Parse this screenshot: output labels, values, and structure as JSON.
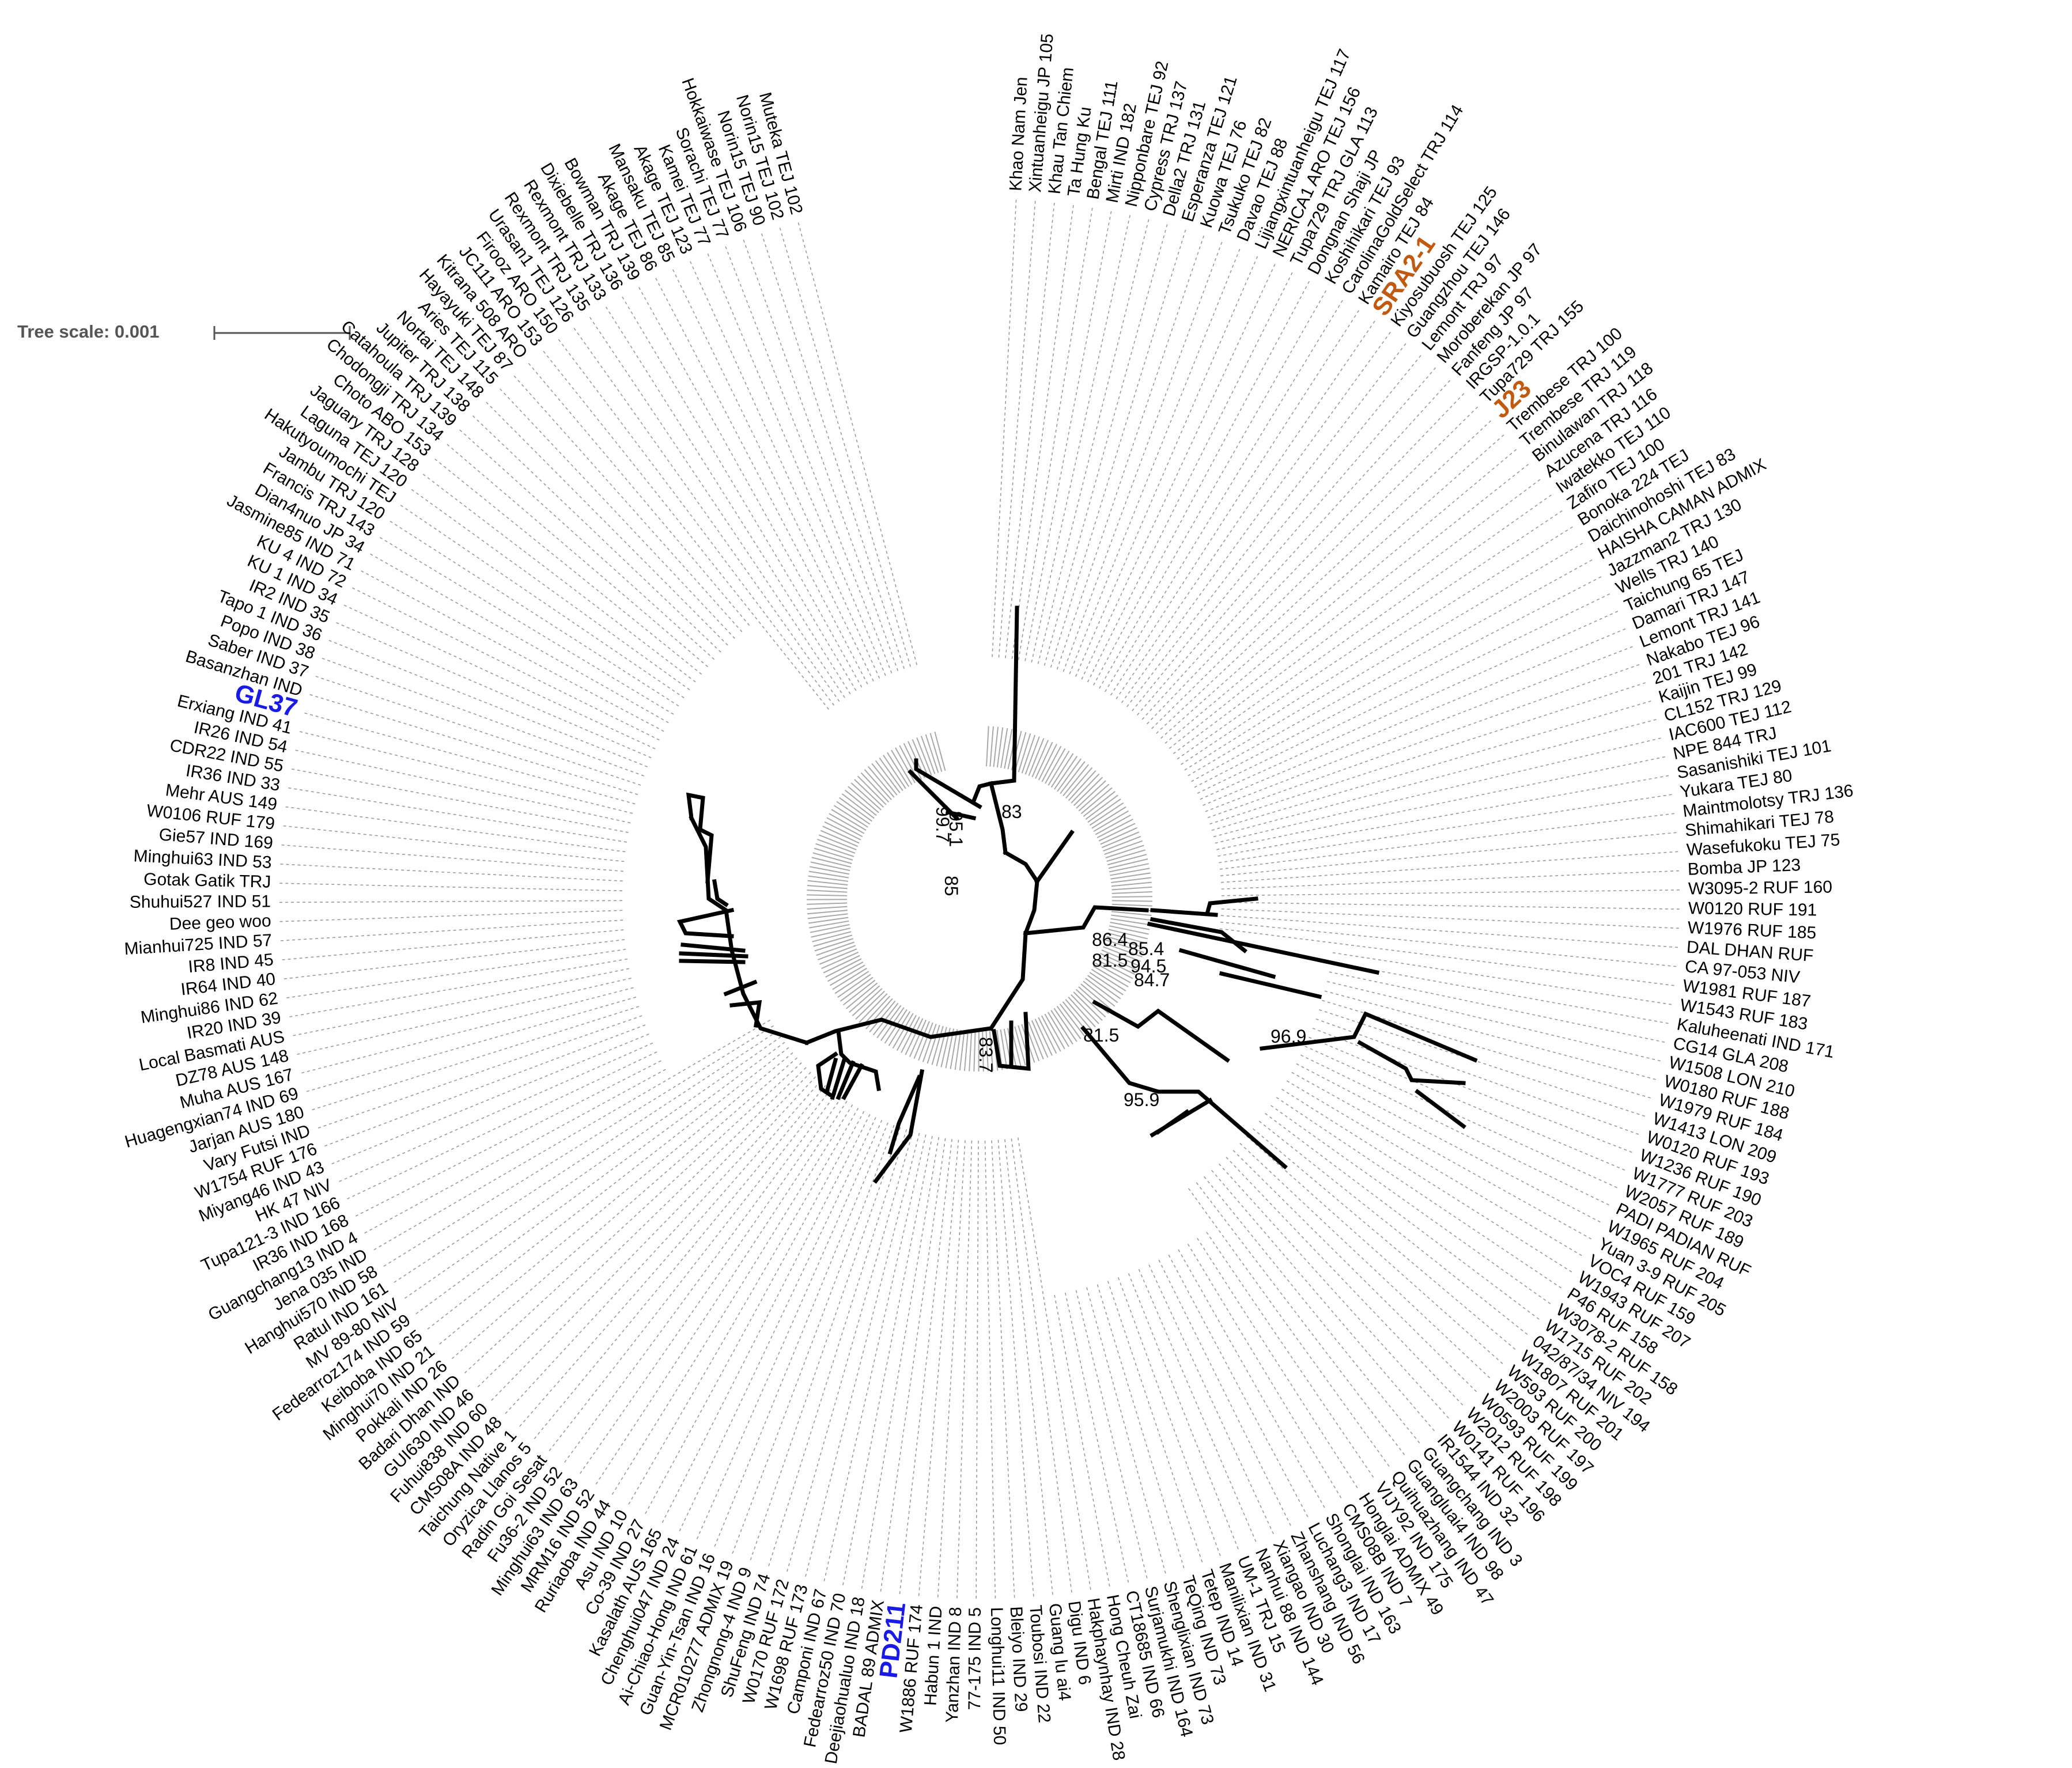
{
  "scale": {
    "title": "Tree scale: 0.001"
  },
  "highlight_colors": {
    "orange": "#c05a10",
    "blue": "#1a1ae6"
  },
  "leaves": [
    {
      "label": "Khao Nam Jen"
    },
    {
      "label": "Xintuanheigu JP 105"
    },
    {
      "label": "Khau Tan Chiem"
    },
    {
      "label": "Ta Hung Ku"
    },
    {
      "label": "Bengal TEJ 111"
    },
    {
      "label": "Mirti IND 182"
    },
    {
      "label": "Nipponbare TEJ 92"
    },
    {
      "label": "Cypress TRJ 137"
    },
    {
      "label": "Della2 TRJ 131"
    },
    {
      "label": "Esperanza TEJ 121"
    },
    {
      "label": "Kuowa TEJ 76"
    },
    {
      "label": "Tsukuko TEJ 82"
    },
    {
      "label": "Davao TEJ 88"
    },
    {
      "label": "Lijiangxintuanheigu TEJ 117"
    },
    {
      "label": "NERICA1 ARO TEJ 156"
    },
    {
      "label": "Tupa729 TRJ GLA 113"
    },
    {
      "label": "Dongnan Shaji JP"
    },
    {
      "label": "Koshihikari TEJ 93"
    },
    {
      "label": "CarolinaGoldSelect TRJ 114"
    },
    {
      "label": "Kamairo TEJ 84"
    },
    {
      "label": "SRA2-1",
      "color": "orange"
    },
    {
      "label": "Kiyosubuosh TEJ 125"
    },
    {
      "label": "Guangzhou TEJ 146"
    },
    {
      "label": "Lemont TRJ 97"
    },
    {
      "label": "Moroberekan JP 97"
    },
    {
      "label": "Fanfeng JP 97"
    },
    {
      "label": "IRGSP-1.0.1"
    },
    {
      "label": "Tupa729 TRJ 155"
    },
    {
      "label": "J23",
      "color": "orange"
    },
    {
      "label": "Trembese TRJ 100"
    },
    {
      "label": "Trembese TRJ 119"
    },
    {
      "label": "Binulawan TRJ 118"
    },
    {
      "label": "Azucena TRJ 116"
    },
    {
      "label": "Iwatekko TEJ 110"
    },
    {
      "label": "Zafiro TEJ 100"
    },
    {
      "label": "Bonoka 224 TEJ"
    },
    {
      "label": "Daichinohoshi TEJ 83"
    },
    {
      "label": "HAISHA CAMAN ADMIX"
    },
    {
      "label": "Jazzman2 TRJ 130"
    },
    {
      "label": "Wells TRJ 140"
    },
    {
      "label": "Taichung 65 TEJ"
    },
    {
      "label": "Damari TRJ 147"
    },
    {
      "label": "Lemont TRJ 141"
    },
    {
      "label": "Nakabo TEJ 96"
    },
    {
      "label": "201 TRJ 142"
    },
    {
      "label": "Kaijin TEJ 99"
    },
    {
      "label": "CL152 TRJ 129"
    },
    {
      "label": "IAC600 TEJ 112"
    },
    {
      "label": "NPE 844 TRJ"
    },
    {
      "label": "Sasanishiki TEJ 101"
    },
    {
      "label": "Yukara TEJ 80"
    },
    {
      "label": "Maintmolotsy TRJ 136"
    },
    {
      "label": "Shimahikari TEJ 78"
    },
    {
      "label": "Wasefukoku TEJ 75"
    },
    {
      "label": "Bomba JP 123"
    },
    {
      "label": "W3095-2 RUF 160"
    },
    {
      "label": "W0120 RUF 191"
    },
    {
      "label": "W1976 RUF 185"
    },
    {
      "label": "DAL DHAN RUF"
    },
    {
      "label": "CA 97-053 NIV"
    },
    {
      "label": "W1981 RUF 187"
    },
    {
      "label": "W1543 RUF 183"
    },
    {
      "label": "Kaluheenati IND 171"
    },
    {
      "label": "CG14 GLA 208"
    },
    {
      "label": "W1508 LON 210"
    },
    {
      "label": "W0180 RUF 188"
    },
    {
      "label": "W1979 RUF 184"
    },
    {
      "label": "W1413 LON 209"
    },
    {
      "label": "W0120 RUF 193"
    },
    {
      "label": "W1236 RUF 190"
    },
    {
      "label": "W1777 RUF 203"
    },
    {
      "label": "W2057 RUF 189"
    },
    {
      "label": "PADI PADIAN RUF"
    },
    {
      "label": "W1965 RUF 204"
    },
    {
      "label": "Yuan 3-9 RUF 205"
    },
    {
      "label": "VOC4 RUF 159"
    },
    {
      "label": "W1943 RUF 207"
    },
    {
      "label": "P46 RUF 158"
    },
    {
      "label": "W3078-2 RUF 158"
    },
    {
      "label": "W1715 RUF 202"
    },
    {
      "label": "042/87/34 NIV 194"
    },
    {
      "label": "W1807 RUF 201"
    },
    {
      "label": "W593 RUF 200"
    },
    {
      "label": "W2003 RUF 197"
    },
    {
      "label": "W0593 RUF 199"
    },
    {
      "label": "W2012 RUF 198"
    },
    {
      "label": "W0141 RUF 196"
    },
    {
      "label": "IR1544 IND 32"
    },
    {
      "label": "Guangchang IND 3"
    },
    {
      "label": "Guangluai4 IND 98"
    },
    {
      "label": "Quihuazhang IND 47"
    },
    {
      "label": "VIJY92 IND 175"
    },
    {
      "label": "Honglai ADMIX 49"
    },
    {
      "label": "CMS08B IND 7"
    },
    {
      "label": "Shonglai IND 163"
    },
    {
      "label": "Luchang3 IND 17"
    },
    {
      "label": "Zhanshang IND 56"
    },
    {
      "label": "Xiangao IND 30"
    },
    {
      "label": "Nanhui 88 IND 144"
    },
    {
      "label": "UM-1 TRJ 15"
    },
    {
      "label": "Manilixian IND 31"
    },
    {
      "label": "Tetep IND 14"
    },
    {
      "label": "TeQing IND 73"
    },
    {
      "label": "Shenglixian IND 73"
    },
    {
      "label": "Surjamukhi IND 164"
    },
    {
      "label": "CT18685 IND 66"
    },
    {
      "label": "Hong Cheuh Zai"
    },
    {
      "label": "Hakphaynhay IND 28"
    },
    {
      "label": "Digu IND 6"
    },
    {
      "label": "Guang lu ai4"
    },
    {
      "label": "Toubosi IND 22"
    },
    {
      "label": "Bleiyo IND 29"
    },
    {
      "label": "Longhui11 IND 50"
    },
    {
      "label": "77-175 IND 5"
    },
    {
      "label": "Yanzhan IND 8"
    },
    {
      "label": "Habun 1 IND"
    },
    {
      "label": "W1886 RUF 174"
    },
    {
      "label": "PD211",
      "color": "blue"
    },
    {
      "label": "BADAL 89 ADMIX"
    },
    {
      "label": "Deejiaohualuo IND 18"
    },
    {
      "label": "Fedearroz50 IND 70"
    },
    {
      "label": "Camponi IND 67"
    },
    {
      "label": "W1698 RUF 173"
    },
    {
      "label": "W0170 RUF 172"
    },
    {
      "label": "ShuFeng IND 74"
    },
    {
      "label": "Zhongnong-4 IND 9"
    },
    {
      "label": "MCR010277 ADMIX 19"
    },
    {
      "label": "Guan-Yin-Tsan IND 16"
    },
    {
      "label": "Ai-Chiao-Hong IND 61"
    },
    {
      "label": "Chenghui047 IND 24"
    },
    {
      "label": "Kasalath AUS 165"
    },
    {
      "label": "Co-39 IND 27"
    },
    {
      "label": "Asu IND 10"
    },
    {
      "label": "Ruriaoba IND 44"
    },
    {
      "label": "MRM16 IND 52"
    },
    {
      "label": "Minghui63 IND 63"
    },
    {
      "label": "Fu36-2 IND 52"
    },
    {
      "label": "Radin Goi Sesat"
    },
    {
      "label": "Oryzica Llanos 5"
    },
    {
      "label": "Taichung Native 1"
    },
    {
      "label": "CMS08A IND 48"
    },
    {
      "label": "Fuhui838 IND 60"
    },
    {
      "label": "GUI630 IND 46"
    },
    {
      "label": "Badari Dhan IND"
    },
    {
      "label": "Pokkali IND 26"
    },
    {
      "label": "Minghui70 IND 21"
    },
    {
      "label": "Keiboba IND 65"
    },
    {
      "label": "Fedearroz174 IND 59"
    },
    {
      "label": "MV 89-80 NIV"
    },
    {
      "label": "Ratul IND 161"
    },
    {
      "label": "Hanghui570 IND 58"
    },
    {
      "label": "Jena 035 IND"
    },
    {
      "label": "Guangchang13 IND 4"
    },
    {
      "label": "IR36 IND 168"
    },
    {
      "label": "Tupa121-3 IND 166"
    },
    {
      "label": "HK 47 NIV"
    },
    {
      "label": "Miyang46 IND 43"
    },
    {
      "label": "W1754 RUF 176"
    },
    {
      "label": "Vary Futsi IND"
    },
    {
      "label": "Jarjan AUS 180"
    },
    {
      "label": "Huagengxian74 IND 69"
    },
    {
      "label": "Muha AUS 167"
    },
    {
      "label": "DZ78 AUS 148"
    },
    {
      "label": "Local Basmati AUS"
    },
    {
      "label": "IR20 IND 39"
    },
    {
      "label": "Minghui86 IND 62"
    },
    {
      "label": "IR64 IND 40"
    },
    {
      "label": "IR8 IND 45"
    },
    {
      "label": "Mianhui725 IND 57"
    },
    {
      "label": "Dee geo woo"
    },
    {
      "label": "Shuhui527 IND 51"
    },
    {
      "label": "Gotak Gatik TRJ"
    },
    {
      "label": "Minghui63 IND 53"
    },
    {
      "label": "Gie57 IND 169"
    },
    {
      "label": "W0106 RUF 179"
    },
    {
      "label": "Mehr AUS 149"
    },
    {
      "label": "IR36 IND 33"
    },
    {
      "label": "CDR22 IND 55"
    },
    {
      "label": "IR26 IND 54"
    },
    {
      "label": "Erxiang IND 41"
    },
    {
      "label": "GL37",
      "color": "blue"
    },
    {
      "label": "Basanzhan IND"
    },
    {
      "label": "Saber IND 37"
    },
    {
      "label": "Popo IND 38"
    },
    {
      "label": "Tapo 1 IND 36"
    },
    {
      "label": "IR2 IND 35"
    },
    {
      "label": "KU 1 IND 34"
    },
    {
      "label": "KU 4 IND 72"
    },
    {
      "label": "Jasmine85 IND 71"
    },
    {
      "label": "Dian4nuo JP 34"
    },
    {
      "label": "Francis TRJ 143"
    },
    {
      "label": "Jambu TRJ 120"
    },
    {
      "label": "Hakutyoumochi TEJ"
    },
    {
      "label": "Laguna TEJ 120"
    },
    {
      "label": "Jaguary TRJ 128"
    },
    {
      "label": "Choto ABO 153"
    },
    {
      "label": "Chodongji TRJ 134"
    },
    {
      "label": "Catahoula TRJ 139"
    },
    {
      "label": "Jupiter TRJ 138"
    },
    {
      "label": "Nortai TEJ 148"
    },
    {
      "label": "Aries TEJ 115"
    },
    {
      "label": "Hayayuki TEJ 87"
    },
    {
      "label": "Kitrana 508 ARO"
    },
    {
      "label": "JC111 ARO 153"
    },
    {
      "label": "Firooz ARO 150"
    },
    {
      "label": "Urasan1 TEJ 126"
    },
    {
      "label": "Rexmont TRJ 135"
    },
    {
      "label": "Rexmont TRJ 133"
    },
    {
      "label": "Dixiebelle TRJ 136"
    },
    {
      "label": "Bowman TRJ 139"
    },
    {
      "label": "Akage TEJ 86"
    },
    {
      "label": "Mansaku TEJ 85"
    },
    {
      "label": "Akage TEJ 123"
    },
    {
      "label": "Kamei TEJ 77"
    },
    {
      "label": "Sorachi TEJ 77"
    },
    {
      "label": "Hokkaiwase TEJ 106"
    },
    {
      "label": "Norin15 TEJ 90"
    },
    {
      "label": "Norin15 TEJ 102"
    },
    {
      "label": "Muteka TEJ 102"
    }
  ],
  "bootstrap": [
    {
      "label": "83"
    },
    {
      "label": "99.7"
    },
    {
      "label": "95.1"
    },
    {
      "label": "85"
    },
    {
      "label": "86.4"
    },
    {
      "label": "85.4"
    },
    {
      "label": "81.5"
    },
    {
      "label": "94.5"
    },
    {
      "label": "84.7"
    },
    {
      "label": "96.9"
    },
    {
      "label": "81.5"
    },
    {
      "label": "95.9"
    },
    {
      "label": "83.7"
    }
  ]
}
